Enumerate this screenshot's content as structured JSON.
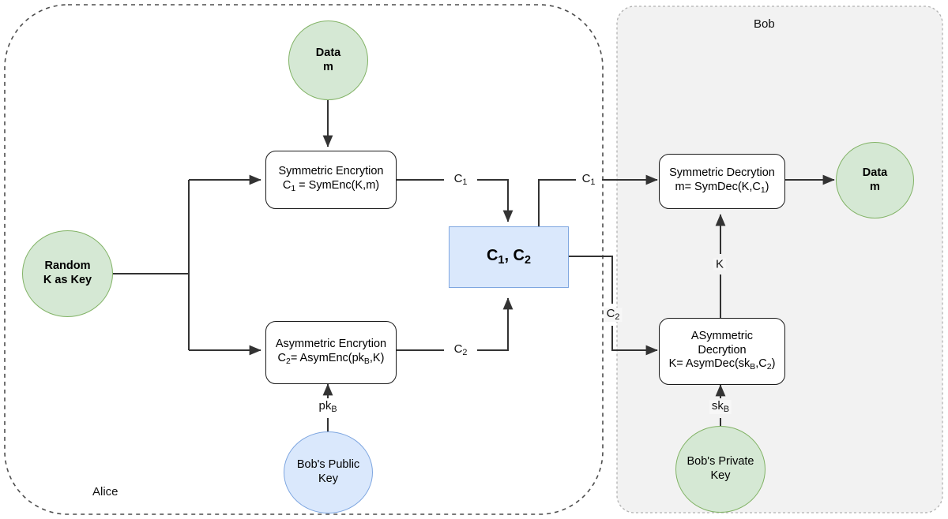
{
  "diagram": {
    "title_alice": "Alice",
    "title_bob": "Bob",
    "colors": {
      "green_fill": "#d5e8d4",
      "green_stroke": "#82b366",
      "blue_fill": "#dae8fc",
      "blue_stroke": "#7ea6e0",
      "box_stroke": "#1a1a1a",
      "bob_panel_fill": "#f2f2f2",
      "edge_stroke": "#333333"
    }
  },
  "nodes": {
    "data_in": {
      "line1": "Data",
      "line2": "m"
    },
    "random_key": {
      "line1": "Random",
      "line2": "K as Key"
    },
    "sym_enc": {
      "line1": "Symmetric Encrytion",
      "line2_pre": "C",
      "line2_sub": "1",
      "line2_post": " = SymEnc(K,m)"
    },
    "asym_enc": {
      "line1": "Asymmetric Encrytion",
      "line2_pre": "C",
      "line2_sub": "2",
      "line2_post": "= AsymEnc(pk",
      "line2_sub2": "B",
      "line2_end": ",K)"
    },
    "cipher": {
      "pre": "C",
      "sub1": "1",
      "mid": ", C",
      "sub2": "2"
    },
    "bob_public_key": {
      "line1": "Bob's Public",
      "line2": "Key"
    },
    "bob_private_key": {
      "line1": "Bob's Private",
      "line2": "Key"
    },
    "sym_dec": {
      "line1": "Symmetric Decrytion",
      "line2_pre": "m= SymDec(K,C",
      "line2_sub": "1",
      "line2_post": ")"
    },
    "asym_dec": {
      "line1": "ASymmetric",
      "line2": "Decrytion",
      "line3_pre": "K= AsymDec(sk",
      "line3_sub": "B",
      "line3_mid": ",C",
      "line3_sub2": "2",
      "line3_post": ")"
    },
    "data_out": {
      "line1": "Data",
      "line2": "m"
    }
  },
  "edge_labels": {
    "c1_alice": {
      "text": "C",
      "sub": "1"
    },
    "c1_bob": {
      "text": "C",
      "sub": "1"
    },
    "c2_alice": {
      "text": "C",
      "sub": "2"
    },
    "c2_bob": {
      "text": "C",
      "sub": "2"
    },
    "k_bob": {
      "text": "K"
    },
    "pk_b": {
      "text": "pk",
      "sub": "B"
    },
    "sk_b": {
      "text": "sk",
      "sub": "B"
    }
  }
}
